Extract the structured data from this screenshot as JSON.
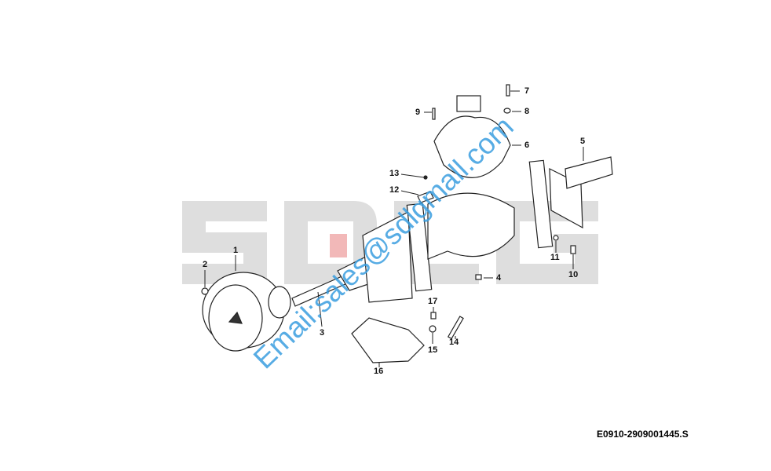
{
  "drawing_code": "E0910-2909001445.S",
  "watermark": "Email:sales@sdlgmall.com",
  "logo": "SDLG",
  "callouts": [
    "1",
    "2",
    "3",
    "4",
    "5",
    "6",
    "7",
    "8",
    "9",
    "10",
    "11",
    "12",
    "13",
    "14",
    "15",
    "16",
    "17"
  ],
  "colors": {
    "watermark": "#3a9ee0",
    "logo": "#dedede",
    "logo_accent": "#e8a0a0"
  }
}
